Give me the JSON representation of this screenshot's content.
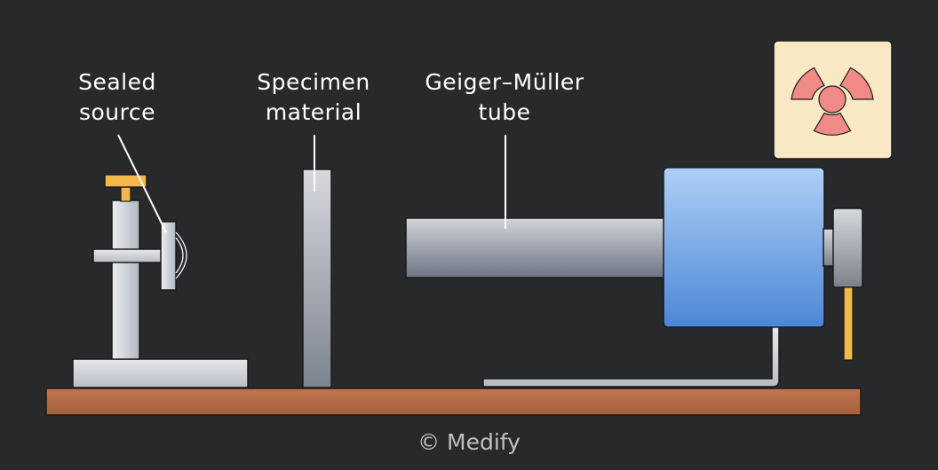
{
  "labels": {
    "sealed_source": [
      "Sealed",
      "source"
    ],
    "specimen_material": [
      "Specimen",
      "material"
    ],
    "geiger_muller_tube": [
      "Geiger–Müller",
      "tube"
    ]
  },
  "copyright": "© Medify",
  "colors": {
    "background": "#28292b",
    "bench": "#b36a45",
    "detector_body": "#5b93dd",
    "hazard_panel": "#f8e8c4",
    "hazard_symbol": "#ef8a86",
    "knob": "#f3b84a",
    "metal": "#c9ccd2"
  },
  "icons": {
    "hazard": "radiation-trefoil-icon"
  }
}
